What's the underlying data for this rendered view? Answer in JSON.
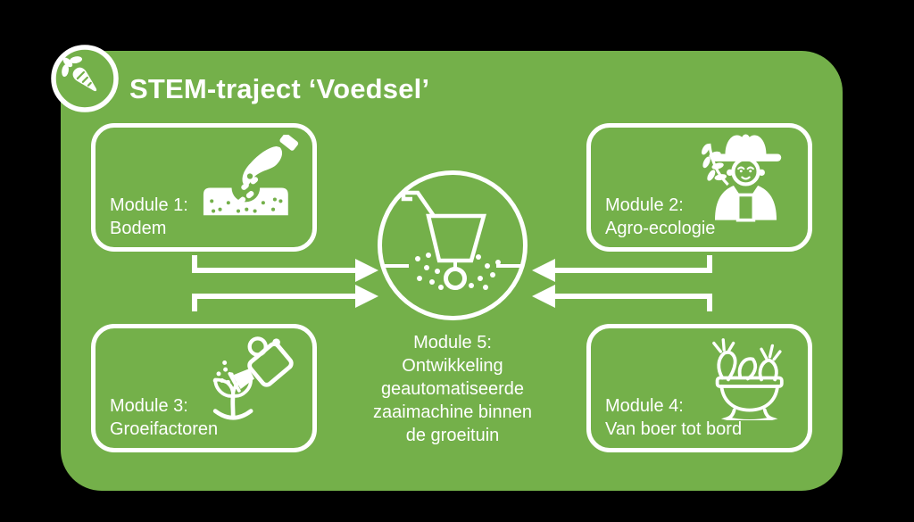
{
  "colors": {
    "board_green": "#74b04a",
    "foreground_white": "#ffffff",
    "outer_background": "#000000"
  },
  "header": {
    "title": "STEM-traject ‘Voedsel’",
    "badge_icon": "carrot-icon"
  },
  "modules": [
    {
      "id": 1,
      "label": "Module 1:",
      "name": "Bodem",
      "icon": "hand-sowing-seeds-icon",
      "position": "top-left"
    },
    {
      "id": 2,
      "label": "Module 2:",
      "name": "Agro-ecologie",
      "icon": "farmer-icon",
      "position": "top-right"
    },
    {
      "id": 3,
      "label": "Module 3:",
      "name": "Groeifactoren",
      "icon": "watering-can-icon",
      "position": "bottom-left"
    },
    {
      "id": 4,
      "label": "Module 4:",
      "name": "Van boer tot bord",
      "icon": "vegetable-bowl-icon",
      "position": "bottom-right"
    }
  ],
  "center": {
    "label": "Module 5:",
    "description_lines": [
      "Ontwikkeling",
      "geautomatiseerde",
      "zaaimachine binnen",
      "de groeituin"
    ],
    "icon": "seeding-machine-icon"
  },
  "connections": [
    {
      "from": "Module 1",
      "to": "Module 5"
    },
    {
      "from": "Module 3",
      "to": "Module 5"
    },
    {
      "from": "Module 2",
      "to": "Module 5"
    },
    {
      "from": "Module 4",
      "to": "Module 5"
    }
  ]
}
